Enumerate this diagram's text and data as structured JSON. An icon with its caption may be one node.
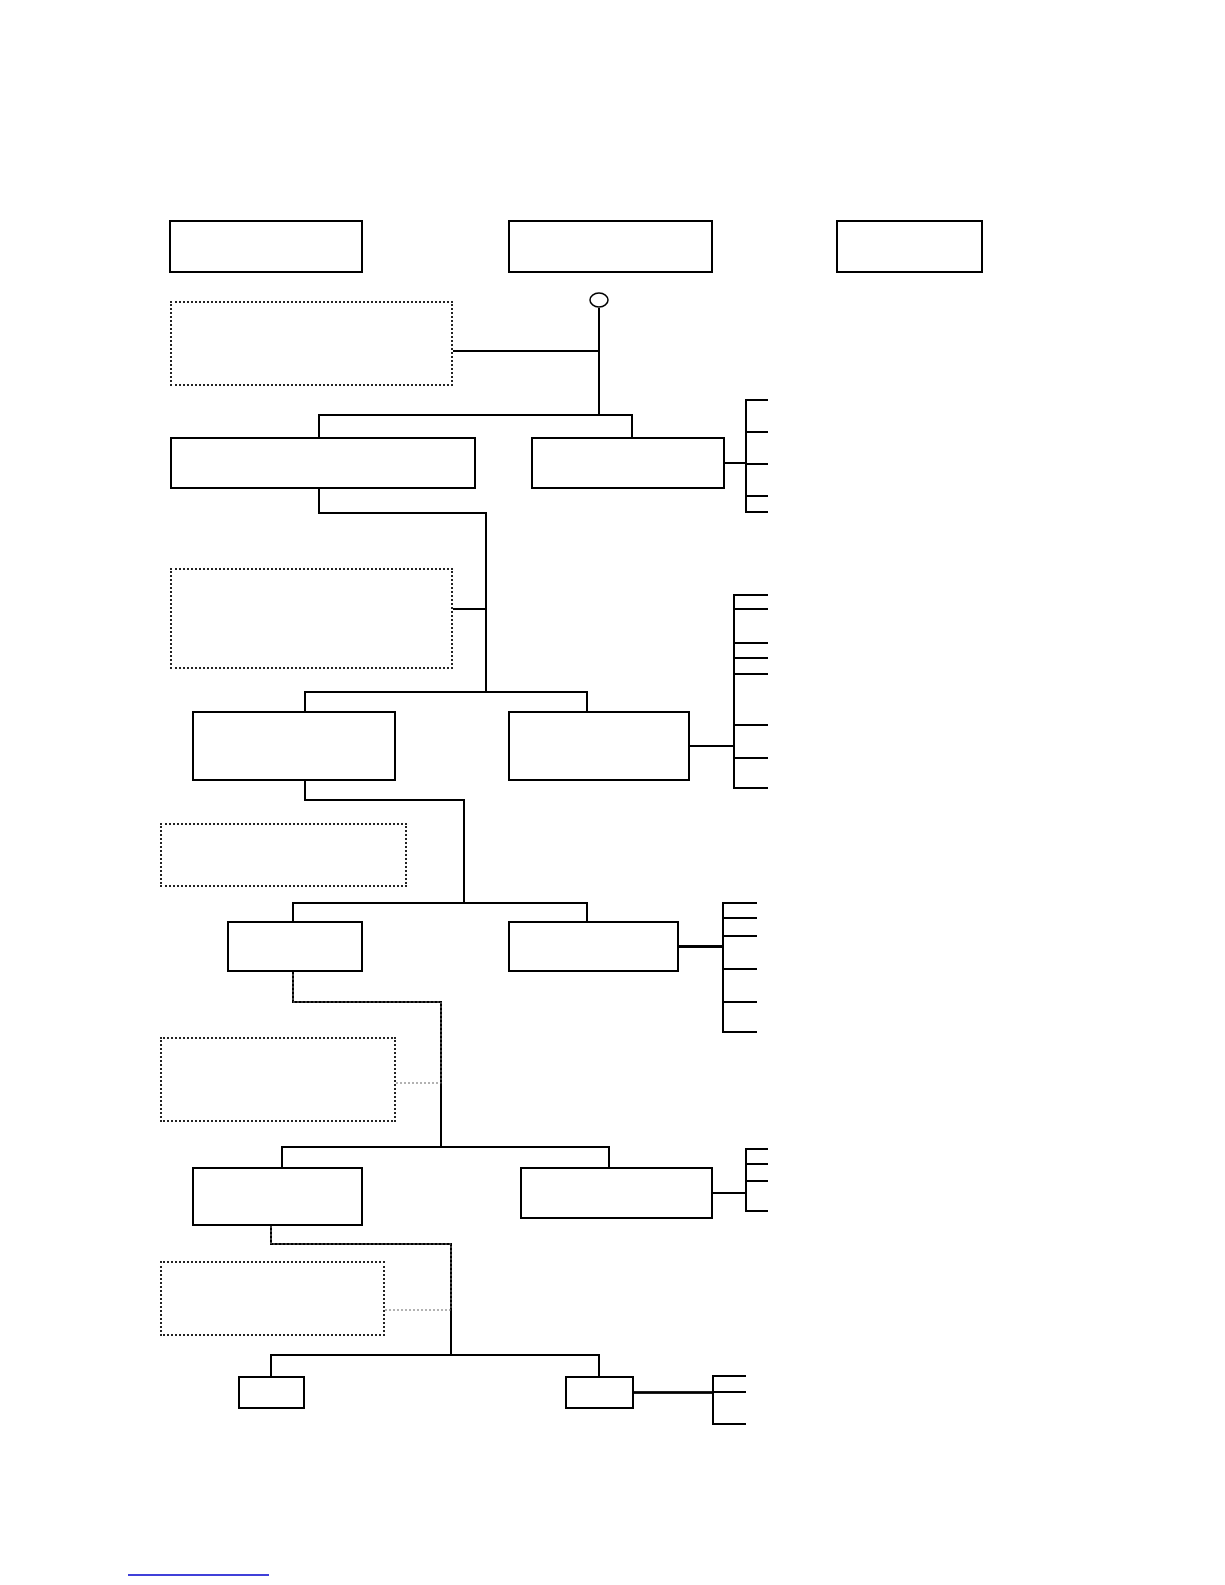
{
  "diagram": {
    "nodes": [
      {
        "text": [],
        "shape": "box"
      },
      {
        "text": [],
        "shape": "box"
      },
      {
        "text": [],
        "shape": "box"
      },
      {
        "text": [],
        "shape": "circle"
      },
      {
        "text": [],
        "shape": "box"
      },
      {
        "text": [],
        "shape": "box"
      },
      {
        "text": [],
        "shape": "box"
      },
      {
        "text": [],
        "shape": "box"
      },
      {
        "text": [],
        "shape": "box"
      },
      {
        "text": [],
        "shape": "box"
      },
      {
        "text": [],
        "shape": "box"
      },
      {
        "text": [],
        "shape": "box"
      },
      {
        "text": [],
        "shape": "box"
      },
      {
        "text": [],
        "shape": "box"
      },
      {
        "text": [],
        "shape": "box"
      },
      {
        "text": [],
        "shape": "box"
      },
      {
        "text": [],
        "shape": "box"
      },
      {
        "text": [],
        "shape": "box"
      },
      {
        "text": [],
        "shape": "box"
      }
    ],
    "edges": [
      {
        "from": 3,
        "to": 5,
        "arrow": "none"
      },
      {
        "from": 3,
        "to": 6,
        "arrow": "none"
      },
      {
        "from": 4,
        "to": 3,
        "arrow": "none"
      },
      {
        "from": 5,
        "to": 8,
        "arrow": "none"
      },
      {
        "from": 5,
        "to": 9,
        "arrow": "none"
      },
      {
        "from": 7,
        "to": 5,
        "arrow": "none"
      },
      {
        "from": 8,
        "to": 11,
        "arrow": "none"
      },
      {
        "from": 8,
        "to": 12,
        "arrow": "none"
      },
      {
        "from": 11,
        "to": 14,
        "arrow": "none"
      },
      {
        "from": 11,
        "to": 15,
        "arrow": "none"
      },
      {
        "from": 13,
        "to": 11,
        "arrow": "none",
        "style": "dashed",
        "color": "#666666"
      },
      {
        "from": 14,
        "to": 17,
        "arrow": "none"
      },
      {
        "from": 14,
        "to": 18,
        "arrow": "none"
      },
      {
        "from": 16,
        "to": 14,
        "arrow": "none",
        "style": "dashed",
        "color": "#666666"
      },
      {
        "from": 6,
        "to": null,
        "arrow": "none"
      },
      {
        "from": 6,
        "to": null,
        "arrow": "none"
      },
      {
        "from": 6,
        "to": null,
        "arrow": "none"
      },
      {
        "from": 6,
        "to": null,
        "arrow": "none"
      },
      {
        "from": 6,
        "to": null,
        "arrow": "none"
      },
      {
        "from": 9,
        "to": null,
        "arrow": "none"
      },
      {
        "from": 9,
        "to": null,
        "arrow": "none"
      },
      {
        "from": 9,
        "to": null,
        "arrow": "none"
      },
      {
        "from": 9,
        "to": null,
        "arrow": "none"
      },
      {
        "from": 9,
        "to": null,
        "arrow": "none"
      },
      {
        "from": 9,
        "to": null,
        "arrow": "none"
      },
      {
        "from": 9,
        "to": null,
        "arrow": "none"
      },
      {
        "from": 9,
        "to": null,
        "arrow": "none"
      },
      {
        "from": 12,
        "to": null,
        "arrow": "none"
      },
      {
        "from": 12,
        "to": null,
        "arrow": "none"
      },
      {
        "from": 12,
        "to": null,
        "arrow": "none"
      },
      {
        "from": 12,
        "to": null,
        "arrow": "none"
      },
      {
        "from": 12,
        "to": null,
        "arrow": "none"
      },
      {
        "from": 12,
        "to": null,
        "arrow": "none"
      },
      {
        "from": 15,
        "to": null,
        "arrow": "none"
      },
      {
        "from": 15,
        "to": null,
        "arrow": "none"
      },
      {
        "from": 15,
        "to": null,
        "arrow": "none"
      },
      {
        "from": 15,
        "to": null,
        "arrow": "none"
      },
      {
        "from": 18,
        "to": null,
        "arrow": "none"
      },
      {
        "from": 18,
        "to": null,
        "arrow": "none"
      },
      {
        "from": 18,
        "to": null,
        "arrow": "none"
      }
    ]
  }
}
